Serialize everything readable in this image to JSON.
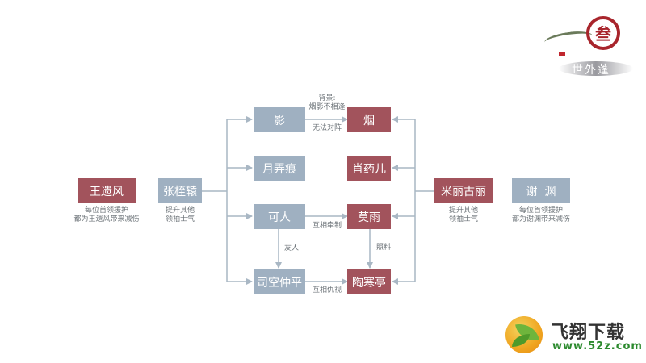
{
  "nodes": {
    "wang_yifeng": "王遗风",
    "zhang_kuanyuan": "张桎辕",
    "ying": "影",
    "yan": "烟",
    "yue_nonghen": "月弄痕",
    "xiao_yaoer": "肖药儿",
    "ke_ren": "可人",
    "mo_yu": "莫雨",
    "sikong_zhongping": "司空仲平",
    "tao_hanting": "陶寒亭",
    "mili_guli": "米丽古丽",
    "xie_yuan": "谢  渊"
  },
  "notes": {
    "wang_line1": "每位首领援护",
    "wang_line2": "都为王遗风带来减伤",
    "zhang_line1": "提升其他",
    "zhang_line2": "领袖士气",
    "mili_line1": "提升其他",
    "mili_line2": "领袖士气",
    "xie_line1": "每位首领援护",
    "xie_line2": "都为谢渊带来减伤"
  },
  "edge_labels": {
    "bg_line1": "背景:",
    "bg_line2": "烟影不相逢",
    "ying_yan": "无法对阵",
    "keren_moyu": "互相牵制",
    "keren_sikong": "友人",
    "moyu_tao": "照料",
    "sikong_tao": "互相仇视"
  },
  "colors": {
    "blue_box": "#9fb0c1",
    "red_box": "#a2535c",
    "connector": "#a9b7c4"
  },
  "logo": {
    "ring_char": "叁",
    "sub": "世外蓬"
  },
  "watermark": {
    "title": "飞翔下载",
    "url": "www.52z.com"
  }
}
